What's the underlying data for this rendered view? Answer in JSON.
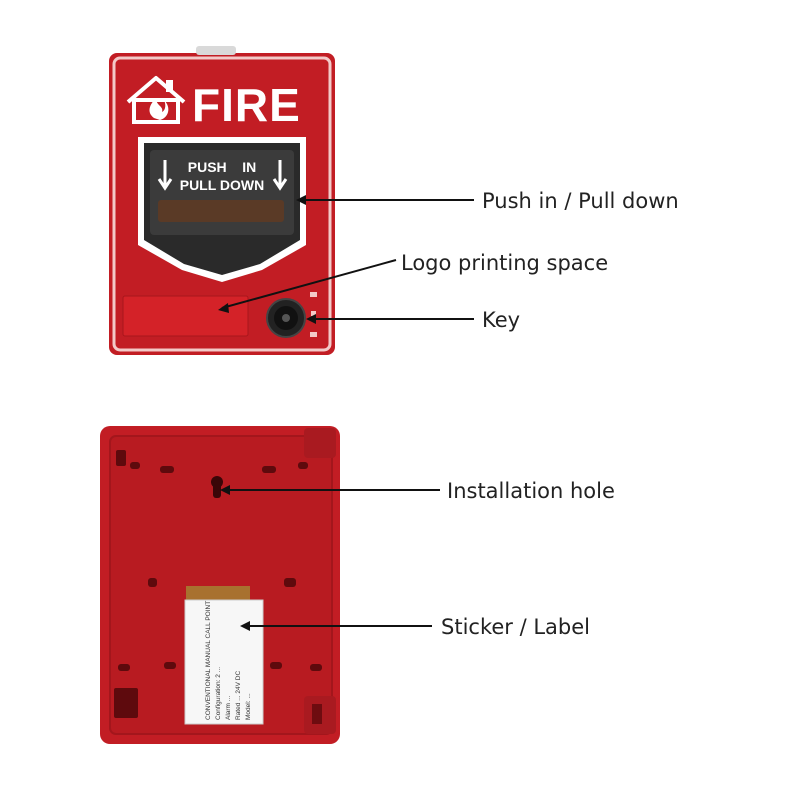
{
  "colors": {
    "body_red": "#c21d24",
    "dark_red": "#8f1217",
    "highlight": "#f3c9c8",
    "callout_line": "#111111",
    "callout_text": "#222222"
  },
  "front_unit": {
    "logo": {
      "icon": "house-flame-icon",
      "text": "FIRE"
    },
    "handle": {
      "line1": "PUSH    IN",
      "line2": "PULL DOWN",
      "arrow_icon": "down-arrow-icon"
    },
    "logo_space": "blank-printing-area",
    "key": {
      "icon": "keyhole-icon"
    }
  },
  "back_unit": {
    "installation_hole": {
      "icon": "keyhole-slot-icon"
    },
    "sticker": {
      "lines": [
        "CONVENTIONAL MANUAL CALL POINT",
        "Configuration: 2 ...",
        "Alarm ...",
        "Rated ... 24V DC",
        "Model: ..."
      ]
    }
  },
  "callouts": [
    {
      "id": "push-pull",
      "text": "Push in / Pull down"
    },
    {
      "id": "logo-space",
      "text": "Logo printing space"
    },
    {
      "id": "key",
      "text": "Key"
    },
    {
      "id": "installation-hole",
      "text": "Installation hole"
    },
    {
      "id": "sticker",
      "text": "Sticker / Label"
    }
  ]
}
